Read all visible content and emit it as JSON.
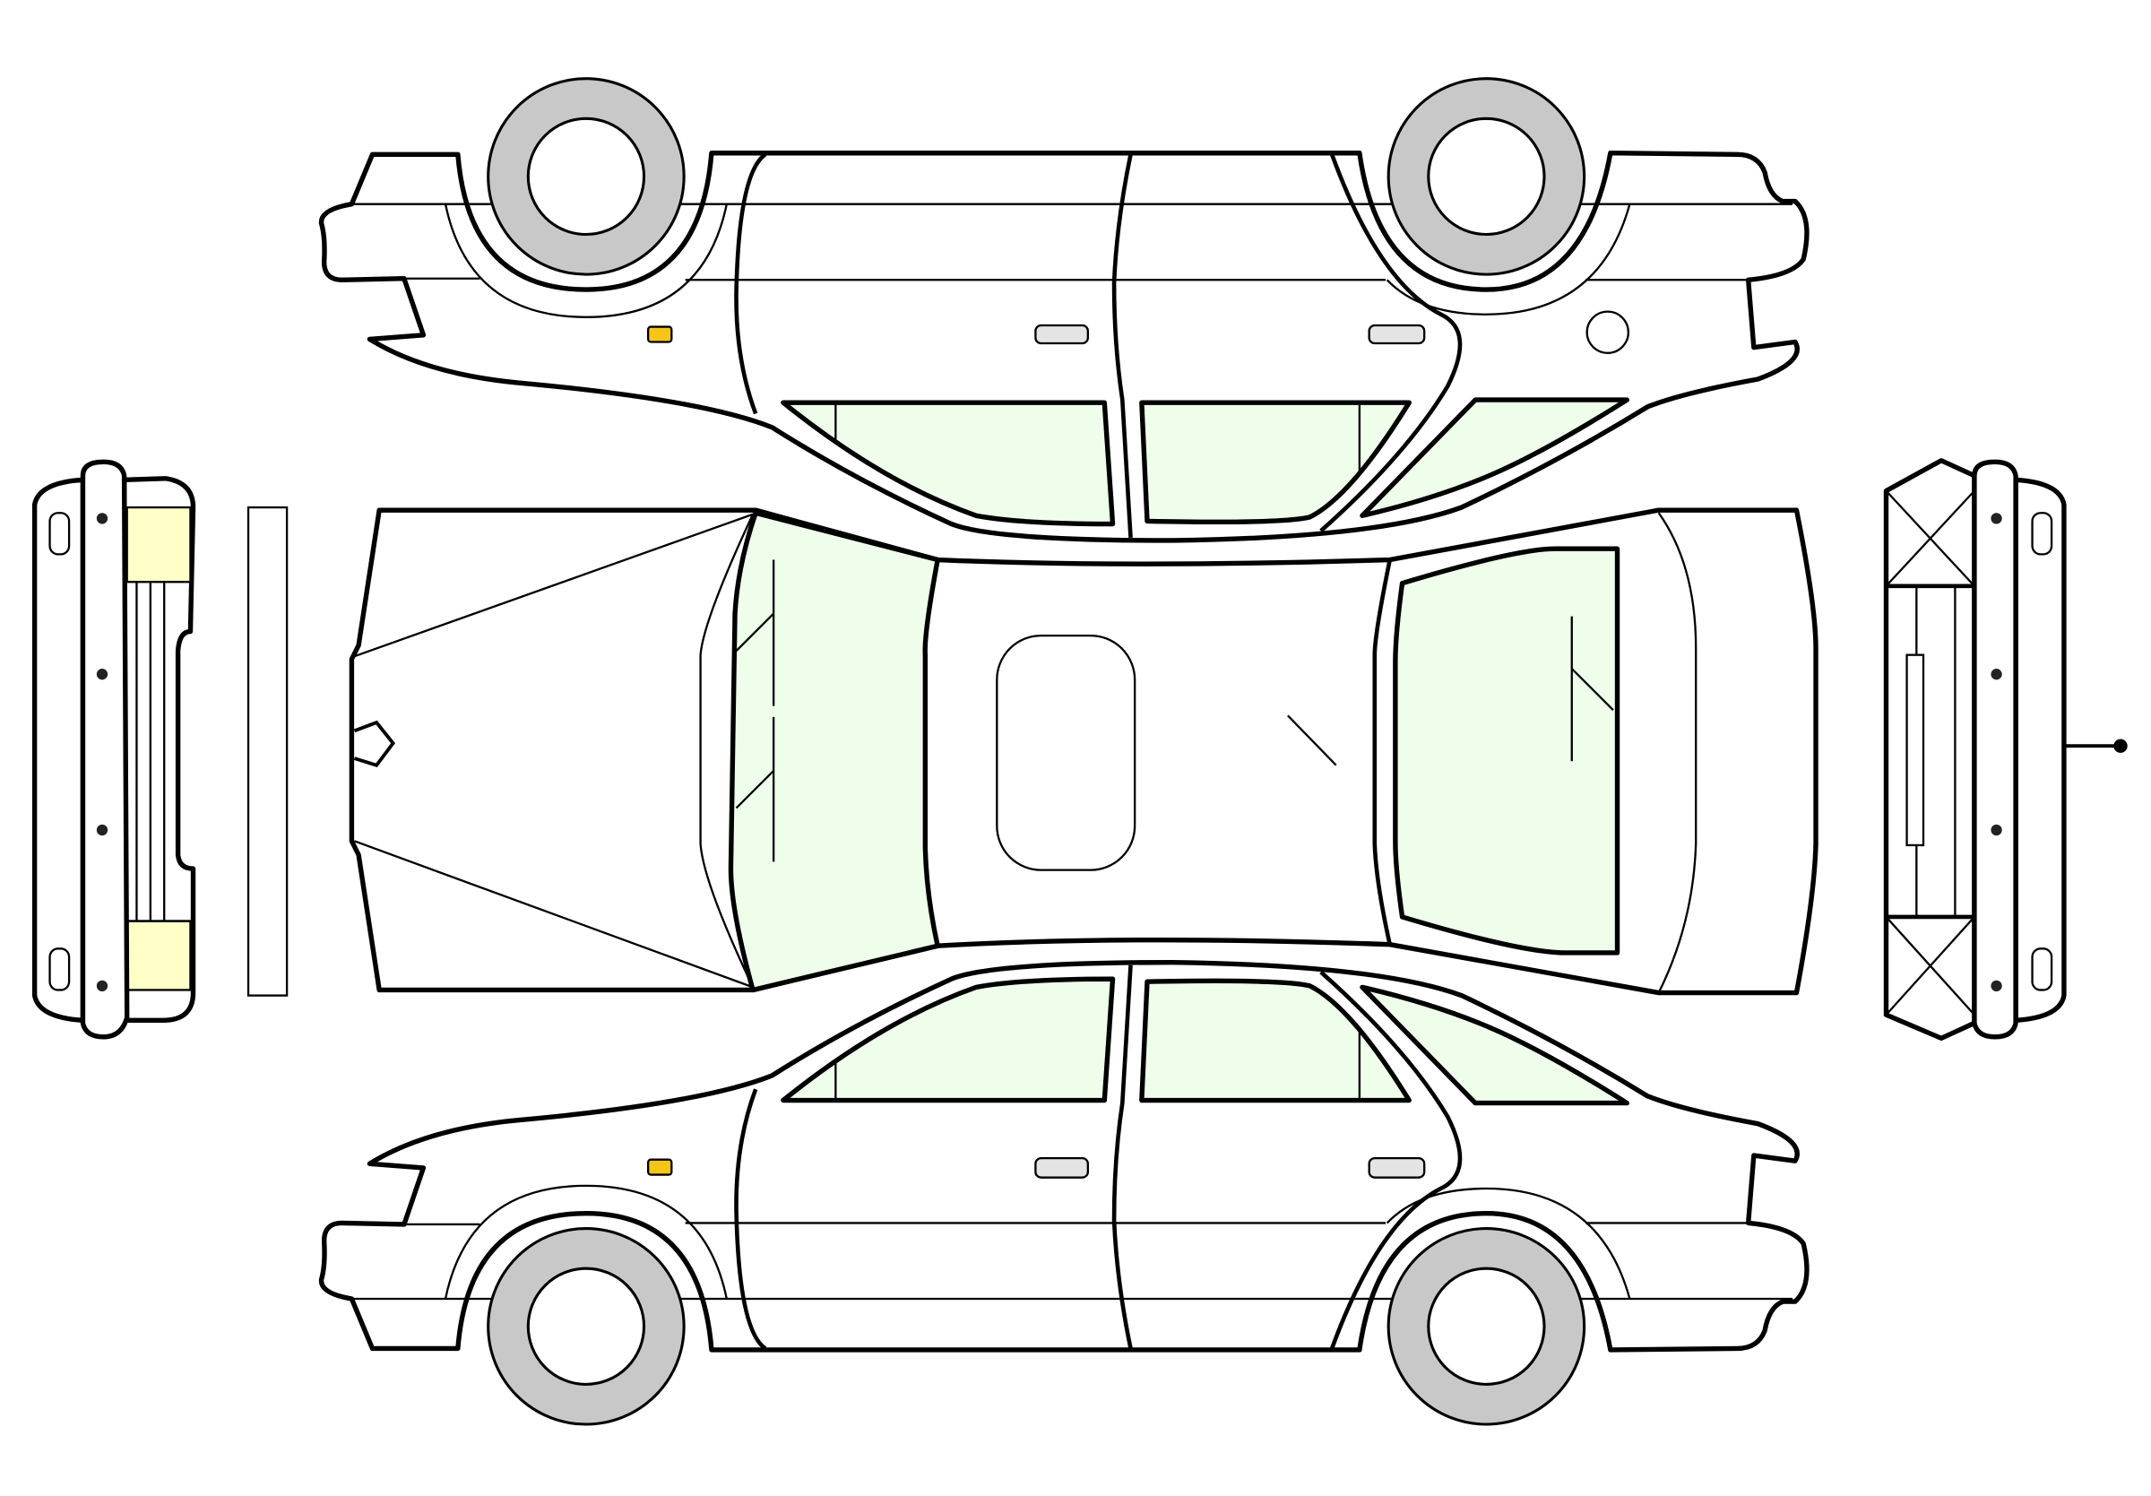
{
  "diagram": {
    "kind": "vehicle inspection outline (sedan)",
    "views": [
      "side-top",
      "plan",
      "side-bottom",
      "front",
      "rear",
      "bumper-strip"
    ],
    "colors": {
      "glass": "#eefeeb",
      "tyre": "#c8c8c8",
      "marker": "#f5c518",
      "lamp": "#ffffc8",
      "handle": "#e4e4e4"
    }
  }
}
